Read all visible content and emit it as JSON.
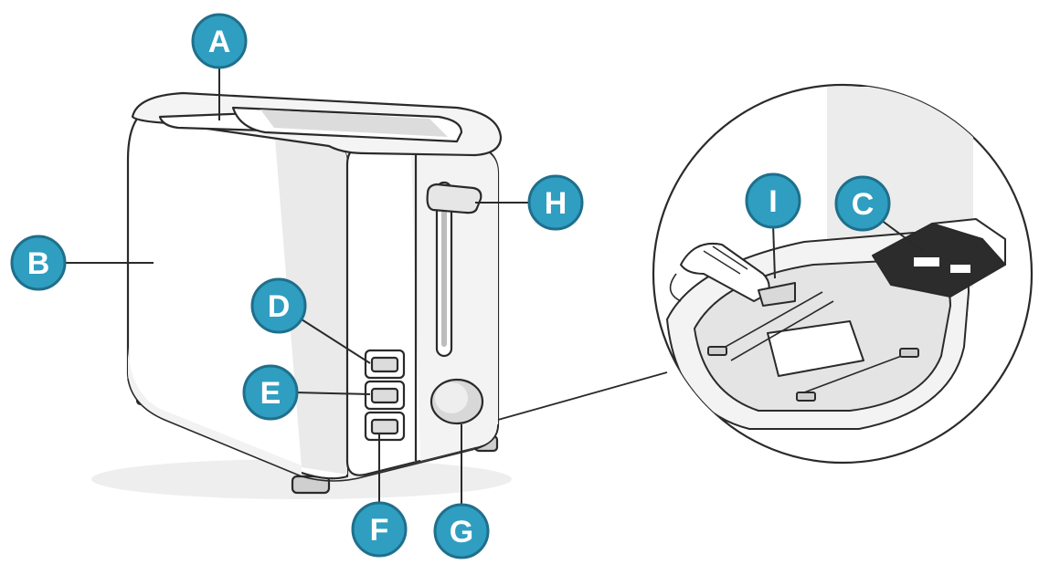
{
  "colors": {
    "badge": "#2f9ec0",
    "badge_dark": "#1f6f8c",
    "line": "#2a2a2a",
    "surface": "#ffffff",
    "shadow": "#e4e4e4"
  },
  "callouts": {
    "A": "A",
    "B": "B",
    "C": "C",
    "D": "D",
    "E": "E",
    "F": "F",
    "G": "G",
    "H": "H",
    "I": "I"
  }
}
